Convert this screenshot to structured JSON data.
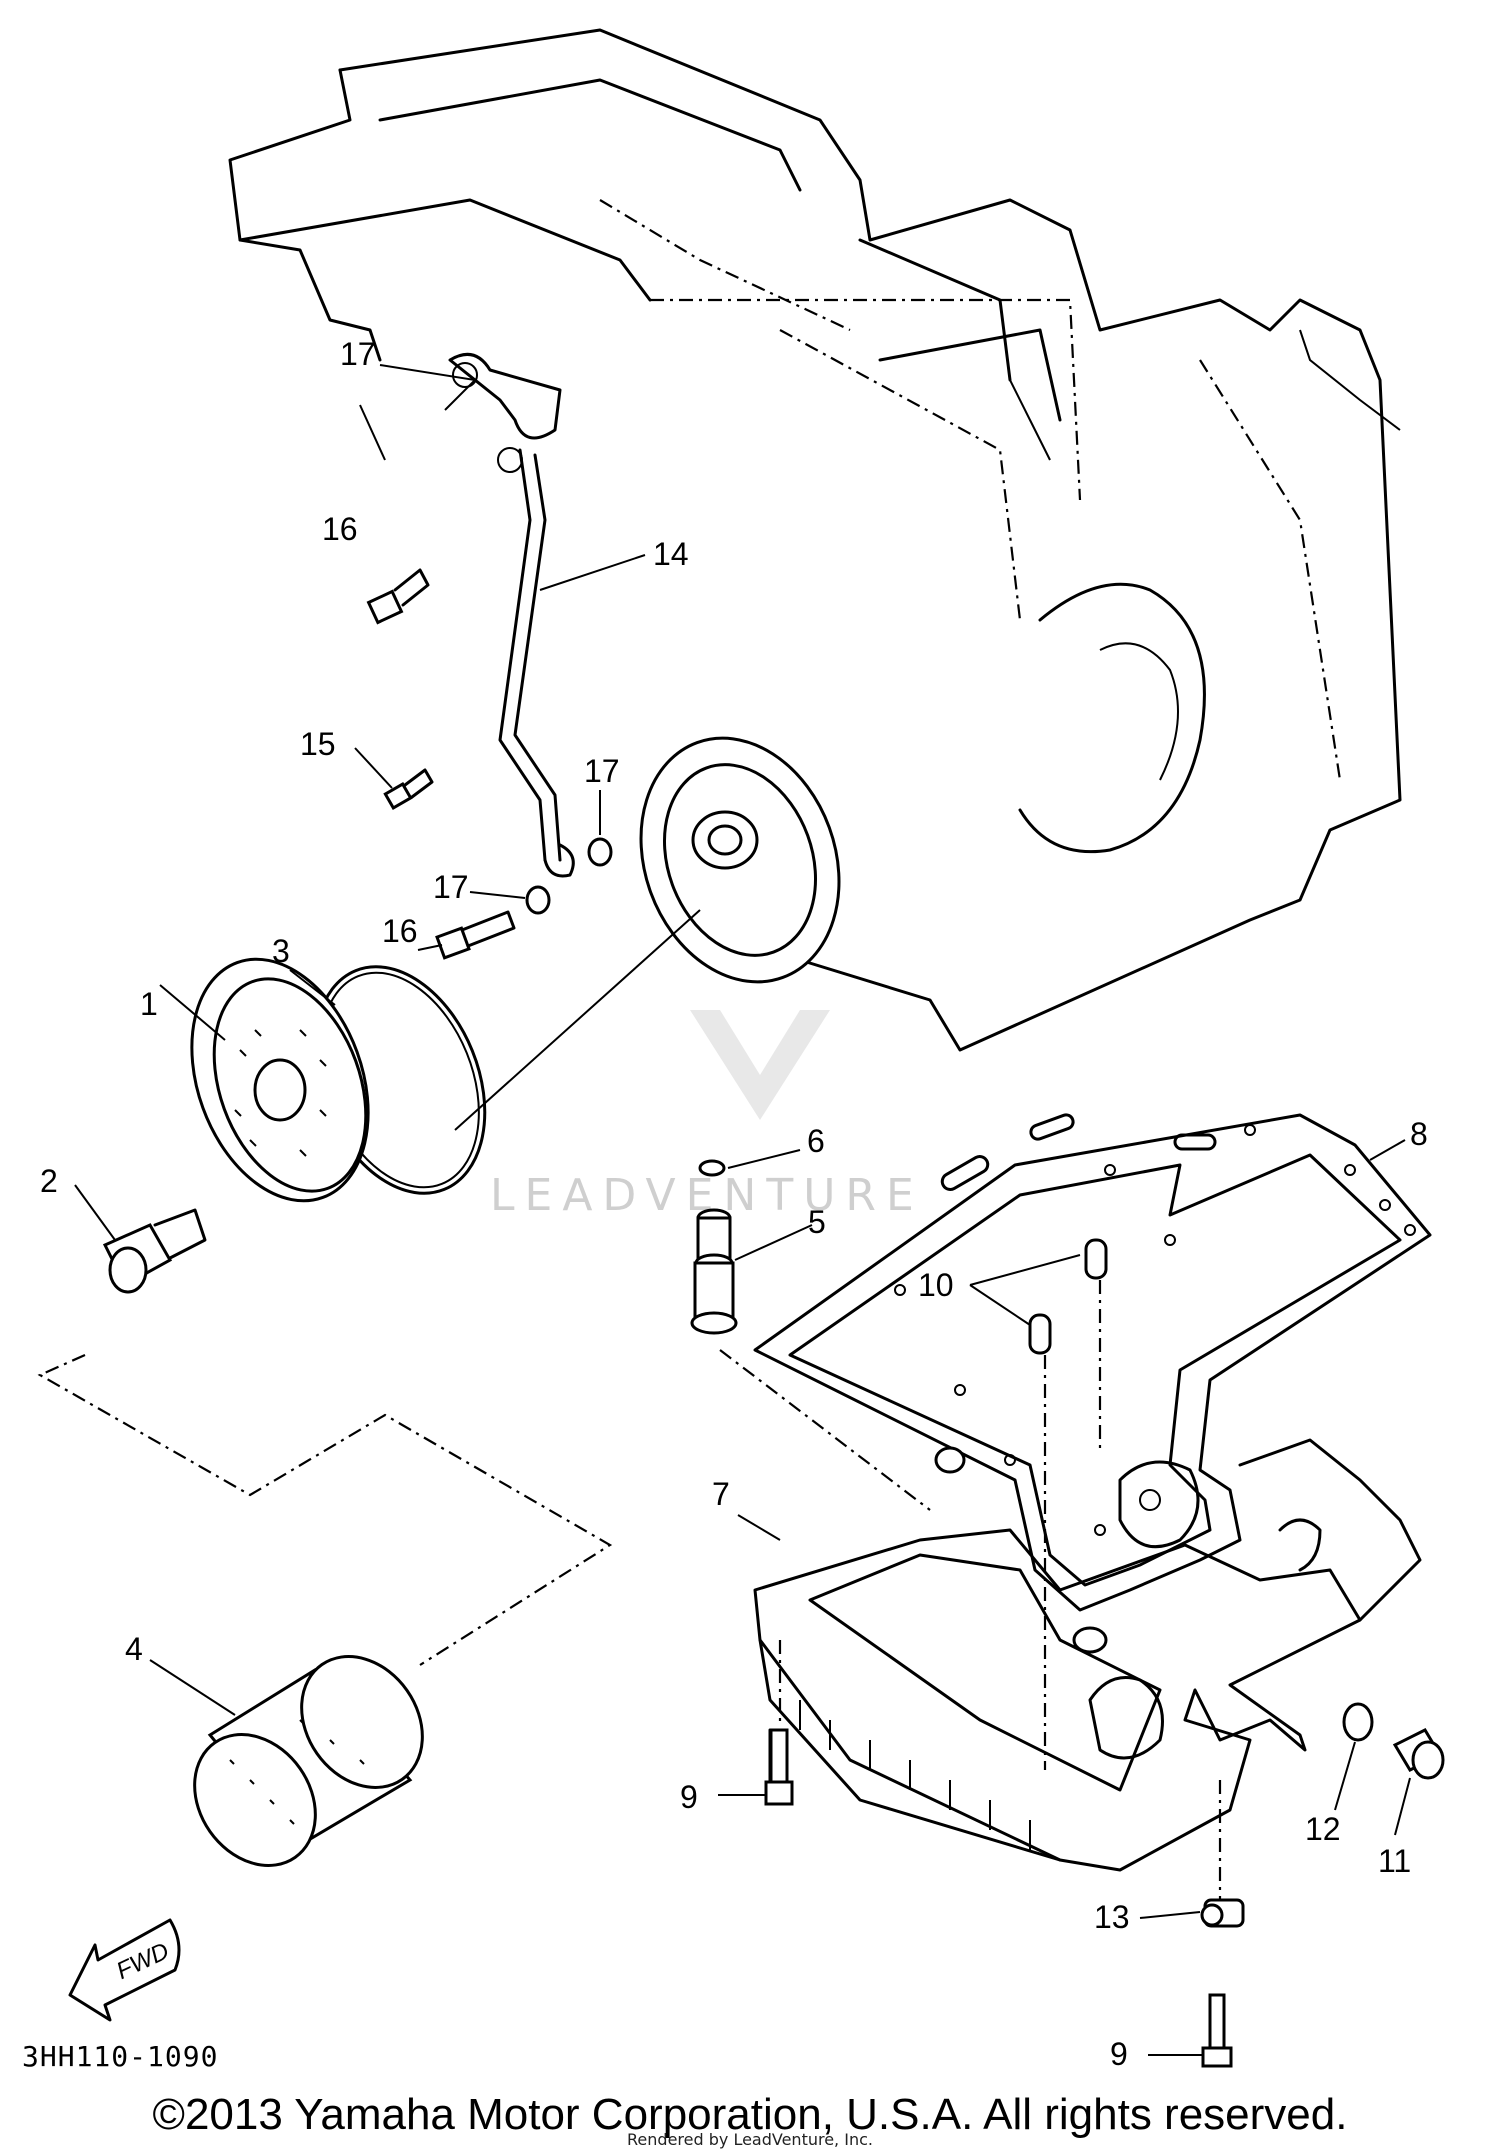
{
  "callouts": {
    "c1": "1",
    "c2": "2",
    "c3": "3",
    "c4": "4",
    "c5": "5",
    "c6": "6",
    "c7": "7",
    "c8": "8",
    "c9a": "9",
    "c9b": "9",
    "c10": "10",
    "c11": "11",
    "c12": "12",
    "c13": "13",
    "c14": "14",
    "c15": "15",
    "c16a": "16",
    "c16b": "16",
    "c17a": "17",
    "c17b": "17",
    "c17c": "17"
  },
  "fwd_label": "FWD",
  "diagram_code": "3HH110-1090",
  "copyright": "©2013 Yamaha Motor Corporation, U.S.A. All rights reserved.",
  "rendered_by": "Rendered by LeadVenture, Inc.",
  "watermark_text": "LEADVENTURE"
}
